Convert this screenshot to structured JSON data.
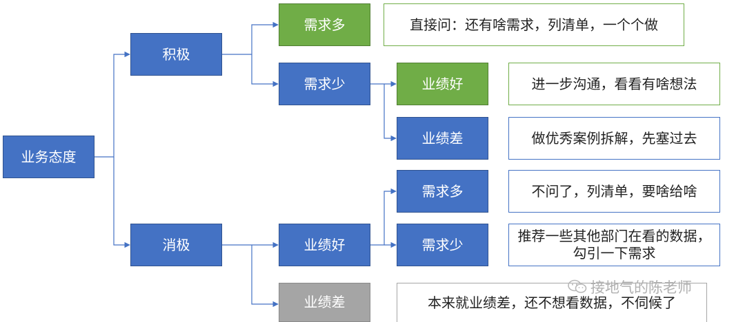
{
  "colors": {
    "blue": "#4472c4",
    "green": "#70ad47",
    "gray": "#a5a5a5"
  },
  "root": "业务态度",
  "level1": {
    "positive": "积极",
    "negative": "消极"
  },
  "positive": {
    "many": "需求多",
    "many_note": "直接问：还有啥需求，列清单，一个个做",
    "few": "需求少",
    "few_good": "业绩好",
    "few_good_note": "进一步沟通，看看有啥想法",
    "few_bad": "业绩差",
    "few_bad_note": "做优秀案例拆解，先塞过去"
  },
  "negative": {
    "good": "业绩好",
    "good_many": "需求多",
    "good_many_note": "不问了，列清单，要啥给啥",
    "good_few": "需求少",
    "good_few_note_1": "推荐一些其他部门在看的数据，",
    "good_few_note_2": "勾引一下需求",
    "bad": "业绩差",
    "bad_note": "本来就业绩差，还不想看数据，不伺候了"
  },
  "watermark": {
    "text": "接地气的陈老师",
    "icon": "wechat-icon"
  }
}
